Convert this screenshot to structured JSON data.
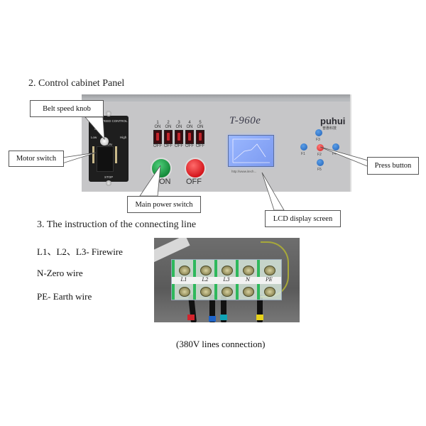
{
  "section2": {
    "heading": "2. Control cabinet Panel"
  },
  "section3": {
    "heading": "3. The instruction of the connecting line"
  },
  "callouts": {
    "belt_speed_knob": "Belt speed knob",
    "motor_switch": "Motor switch",
    "main_power_switch": "Main power switch",
    "lcd_display_screen": "LCD display screen",
    "press_button": "Press button"
  },
  "panel": {
    "model": "T-960e",
    "brand": "puhui",
    "brand_sub": "普惠科技",
    "url": "http://www.itech...",
    "speed_plate": {
      "title": "SPEED CONTROL",
      "low": "Low",
      "high": "High",
      "run": "RUN",
      "stop": "STOP",
      "off": "OFF"
    },
    "dip_switches": [
      {
        "num": "1",
        "on": "ON",
        "off": "OFF"
      },
      {
        "num": "2",
        "on": "ON",
        "off": "OFF"
      },
      {
        "num": "3",
        "on": "ON",
        "off": "OFF"
      },
      {
        "num": "4",
        "on": "ON",
        "off": "OFF"
      },
      {
        "num": "5",
        "on": "ON",
        "off": "OFF"
      }
    ],
    "power_on_label": "ON",
    "power_off_label": "OFF",
    "function_buttons": {
      "up": "F3",
      "left": "F1",
      "center": "F2",
      "right": "F4",
      "down": "F5"
    }
  },
  "wiring": {
    "lines": [
      "L1、L2、L3- Firewire",
      "N-Zero wire",
      "PE- Earth wire"
    ],
    "terminals": [
      "L1",
      "L2",
      "L3",
      "N",
      "PE"
    ],
    "caption": "(380V lines connection)"
  }
}
